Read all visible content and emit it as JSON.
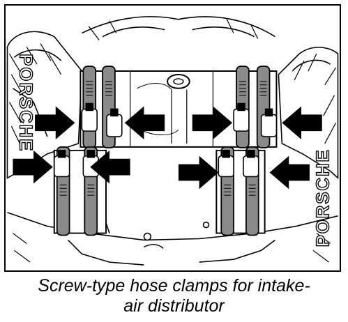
{
  "figure": {
    "illustration": "hose-clamp-illustration",
    "logo_text_left": "PORSCHE",
    "logo_text_right": "PORSCHE",
    "colors": {
      "ink": "#000000",
      "clamp_band": "#8a8a8a",
      "hose": "#ffffff"
    }
  },
  "caption": {
    "line1": "Screw-type hose clamps for intake-",
    "line2": "air distributor"
  }
}
